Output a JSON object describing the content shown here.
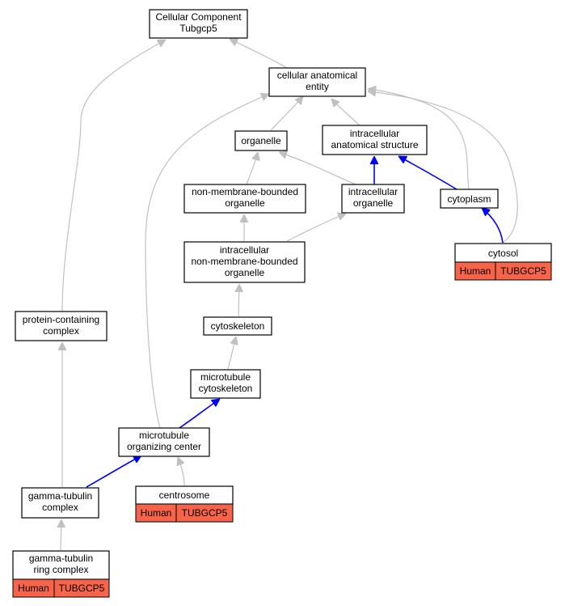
{
  "colors": {
    "is_a_edge": "#c0c0c0",
    "part_of_edge": "#0000ff",
    "annotation_fill": "#f8644a"
  },
  "nodes": {
    "root": {
      "lines": [
        "Cellular Component",
        "Tubgcp5"
      ]
    },
    "cellular_anatomical_entity": {
      "lines": [
        "cellular anatomical",
        "entity"
      ]
    },
    "organelle": {
      "lines": [
        "organelle"
      ]
    },
    "intracellular_anatomical_structure": {
      "lines": [
        "intracellular",
        "anatomical structure"
      ]
    },
    "non_membrane_bounded_organelle": {
      "lines": [
        "non-membrane-bounded",
        "organelle"
      ]
    },
    "intracellular_organelle": {
      "lines": [
        "intracellular",
        "organelle"
      ]
    },
    "cytoplasm": {
      "lines": [
        "cytoplasm"
      ]
    },
    "cytosol": {
      "lines": [
        "cytosol"
      ],
      "annotation": {
        "species": "Human",
        "gene": "TUBGCP5"
      }
    },
    "intracellular_non_membrane_bounded_organelle": {
      "lines": [
        "intracellular",
        "non-membrane-bounded",
        "organelle"
      ]
    },
    "protein_containing_complex": {
      "lines": [
        "protein-containing",
        "complex"
      ]
    },
    "cytoskeleton": {
      "lines": [
        "cytoskeleton"
      ]
    },
    "microtubule_cytoskeleton": {
      "lines": [
        "microtubule",
        "cytoskeleton"
      ]
    },
    "microtubule_organizing_center": {
      "lines": [
        "microtubule",
        "organizing center"
      ]
    },
    "gamma_tubulin_complex": {
      "lines": [
        "gamma-tubulin",
        "complex"
      ]
    },
    "centrosome": {
      "lines": [
        "centrosome"
      ],
      "annotation": {
        "species": "Human",
        "gene": "TUBGCP5"
      }
    },
    "gamma_tubulin_ring_complex": {
      "lines": [
        "gamma-tubulin",
        "ring complex"
      ],
      "annotation": {
        "species": "Human",
        "gene": "TUBGCP5"
      }
    }
  }
}
